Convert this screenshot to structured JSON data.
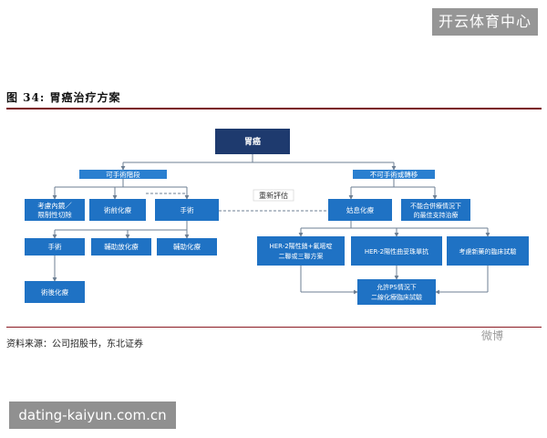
{
  "watermark_top": "开云体育中心",
  "watermark_bottom": "dating-kaiyun.com.cn",
  "figure_title": "图 34: 胃癌治疗方案",
  "source": "资料来源：公司招股书，东北证券",
  "weibo_watermark": "微博",
  "colors": {
    "dark_node": "#1e3a6e",
    "blue_node": "#1f72c4",
    "bar_node": "#2a7fd0",
    "rule": "#7a0f18"
  },
  "nodes": {
    "root": [
      "胃癌"
    ],
    "surgical": [
      "可手術階段"
    ],
    "nonsurgical": [
      "不可手術或轉移"
    ],
    "endoscopic": [
      "考慮內鏡／",
      "限制性切除"
    ],
    "preop_chemo": [
      "術前化療"
    ],
    "surgery_top": [
      "手術"
    ],
    "reassess": [
      "重新評估"
    ],
    "palliative": [
      "姑息化療"
    ],
    "supportive": [
      "不能合併療情況下",
      "的最佳支持治療"
    ],
    "surgery_bottom": [
      "手術"
    ],
    "adj_radiochemo": [
      "輔助放化療"
    ],
    "adj_chemo": [
      "輔助化療"
    ],
    "postop_chemo": [
      "術後化療"
    ],
    "her2_pos": [
      "HER-2陽性銷+氟嘧啶",
      "二聯或三聯方案"
    ],
    "her2_neg": [
      "HER-2陽性曲妥珠單抗"
    ],
    "trial": [
      "考慮新藥的臨床試驗"
    ],
    "second_line": [
      "允許PS情況下",
      "二線化療臨床試驗"
    ]
  }
}
